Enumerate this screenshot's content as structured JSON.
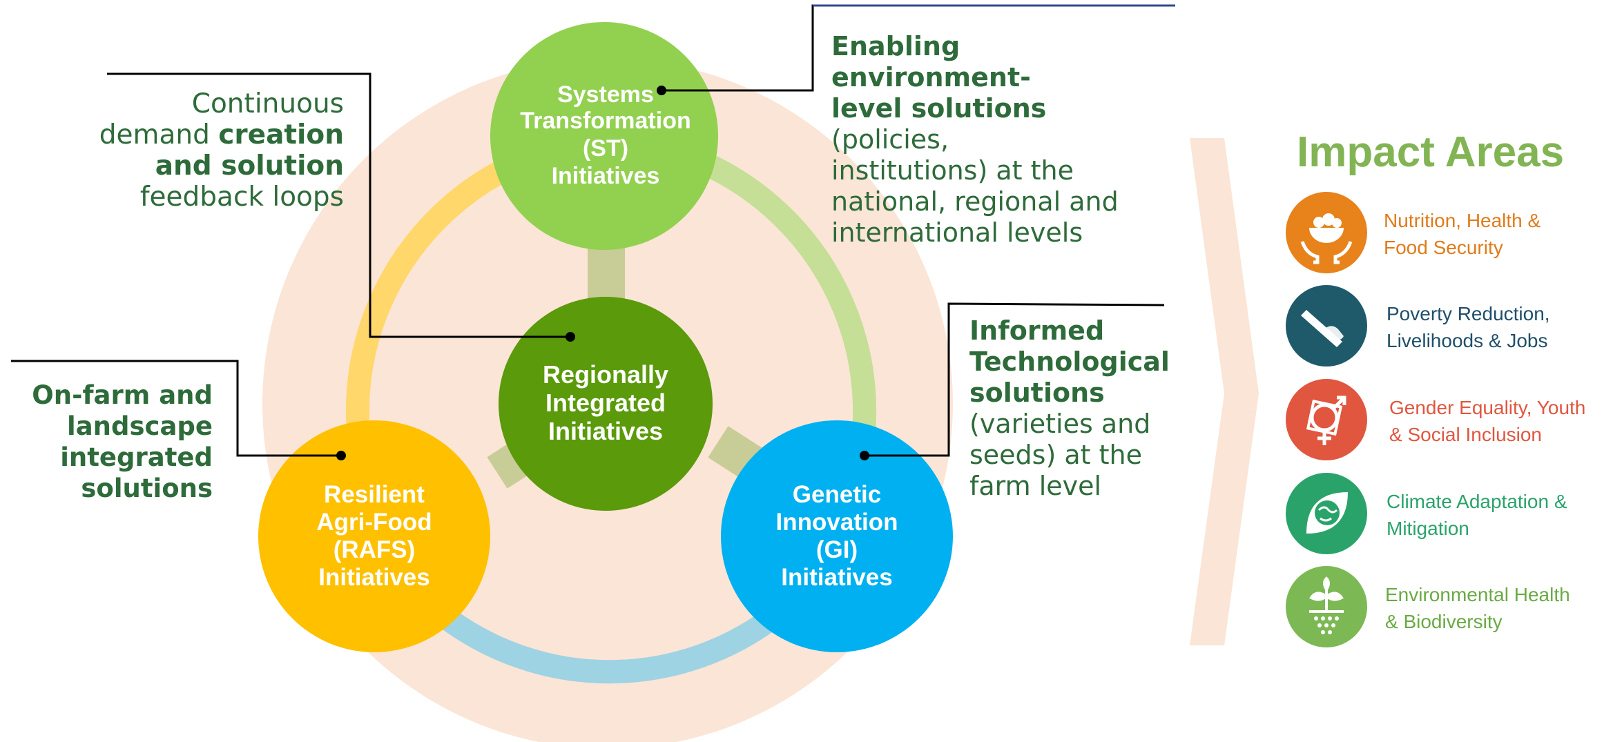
{
  "circles": {
    "st": [
      "Systems",
      "Transformation",
      "(ST)",
      "Initiatives"
    ],
    "ri": [
      "Regionally",
      "Integrated",
      "Initiatives"
    ],
    "rafs": [
      "Resilient",
      "Agri-Food",
      "(RAFS)",
      "Initiatives"
    ],
    "gi": [
      "Genetic",
      "Innovation",
      "(GI)",
      "Initiatives"
    ]
  },
  "annotations": {
    "feedback": {
      "line1": "Continuous",
      "line2_pre": "demand ",
      "line2_bold": "creation",
      "line3_bold": "and solution",
      "line4": "feedback loops"
    },
    "onfarm": [
      "On-farm and",
      "landscape",
      "integrated",
      "solutions"
    ],
    "enabling": {
      "bold1": "Enabling environment-",
      "bold2": "level solutions",
      "rest1": " (policies,",
      "line3": "institutions) at the",
      "line4": "national, regional and",
      "line5": "international levels"
    },
    "informed": {
      "bold1": "Informed",
      "bold2": "Technological",
      "bold3": "solutions",
      "line4": "(varieties and",
      "line5": "seeds) at the",
      "line6": "farm level"
    }
  },
  "impact": {
    "title": "Impact Areas",
    "items": [
      {
        "label_lines": [
          "Nutrition, Health &",
          "Food Security"
        ],
        "color": "#e8821a",
        "text_color": "#e07b1a",
        "icon": "nutrition-icon"
      },
      {
        "label_lines": [
          "Poverty Reduction,",
          "Livelihoods & Jobs"
        ],
        "color": "#1f5a6b",
        "text_color": "#1f4f6b",
        "icon": "poverty-icon"
      },
      {
        "label_lines": [
          "Gender Equality, Youth",
          "& Social Inclusion"
        ],
        "color": "#e0563f",
        "text_color": "#e0563f",
        "icon": "gender-icon"
      },
      {
        "label_lines": [
          "Climate Adaptation &",
          "Mitigation"
        ],
        "color": "#2aa36b",
        "text_color": "#2aa36b",
        "icon": "climate-icon"
      },
      {
        "label_lines": [
          "Environmental Health",
          "& Biodiversity"
        ],
        "color": "#7cb854",
        "text_color": "#6aaa44",
        "icon": "biodiversity-icon"
      }
    ]
  },
  "colors": {
    "background_circle": "#fbe5d6",
    "st": "#92d050",
    "ri": "#5a9a0b",
    "rafs": "#ffc000",
    "gi": "#00b0f0",
    "annotation_text": "#2e6b3a"
  }
}
